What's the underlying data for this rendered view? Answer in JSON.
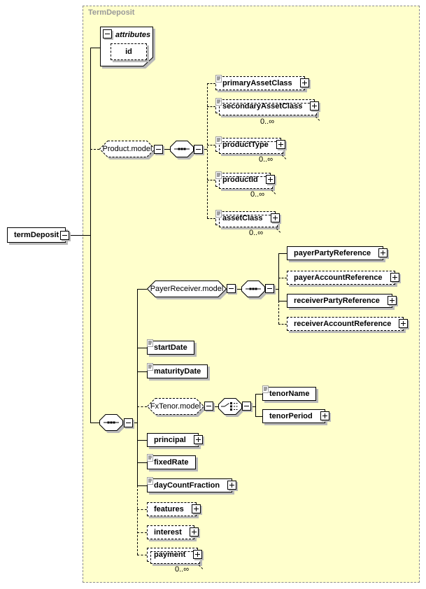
{
  "frame": {
    "container_label": "TermDeposit"
  },
  "nodes": {
    "term_deposit": {
      "label": "termDeposit"
    },
    "attributes_group": {
      "label": "attributes"
    },
    "id_attr": {
      "label": "id"
    },
    "product_model": {
      "label": "Product.model"
    },
    "primary_asset_class": {
      "label": "primaryAssetClass"
    },
    "secondary_asset_class": {
      "label": "secondaryAssetClass",
      "occurs": "0..∞"
    },
    "product_type": {
      "label": "productType",
      "occurs": "0..∞"
    },
    "product_id": {
      "label": "productId",
      "occurs": "0..∞"
    },
    "asset_class": {
      "label": "assetClass",
      "occurs": "0..∞"
    },
    "payer_receiver_model": {
      "label": "PayerReceiver.model"
    },
    "payer_party_reference": {
      "label": "payerPartyReference"
    },
    "payer_account_reference": {
      "label": "payerAccountReference"
    },
    "receiver_party_reference": {
      "label": "receiverPartyReference"
    },
    "receiver_account_reference": {
      "label": "receiverAccountReference"
    },
    "start_date": {
      "label": "startDate"
    },
    "maturity_date": {
      "label": "maturityDate"
    },
    "fx_tenor_model": {
      "label": "FxTenor.model"
    },
    "tenor_name": {
      "label": "tenorName"
    },
    "tenor_period": {
      "label": "tenorPeriod"
    },
    "principal": {
      "label": "principal"
    },
    "fixed_rate": {
      "label": "fixedRate"
    },
    "day_count_fraction": {
      "label": "dayCountFraction"
    },
    "features": {
      "label": "features"
    },
    "interest": {
      "label": "interest"
    },
    "payment": {
      "label": "payment",
      "occurs": "0..∞"
    }
  },
  "colors": {
    "container_bg": "#ffffcc",
    "container_border": "#8c8c8c",
    "container_label": "#999999",
    "box_bg": "#ffffff",
    "box_border": "#000000",
    "shadow": "#b9b9b9",
    "line": "#000000"
  }
}
